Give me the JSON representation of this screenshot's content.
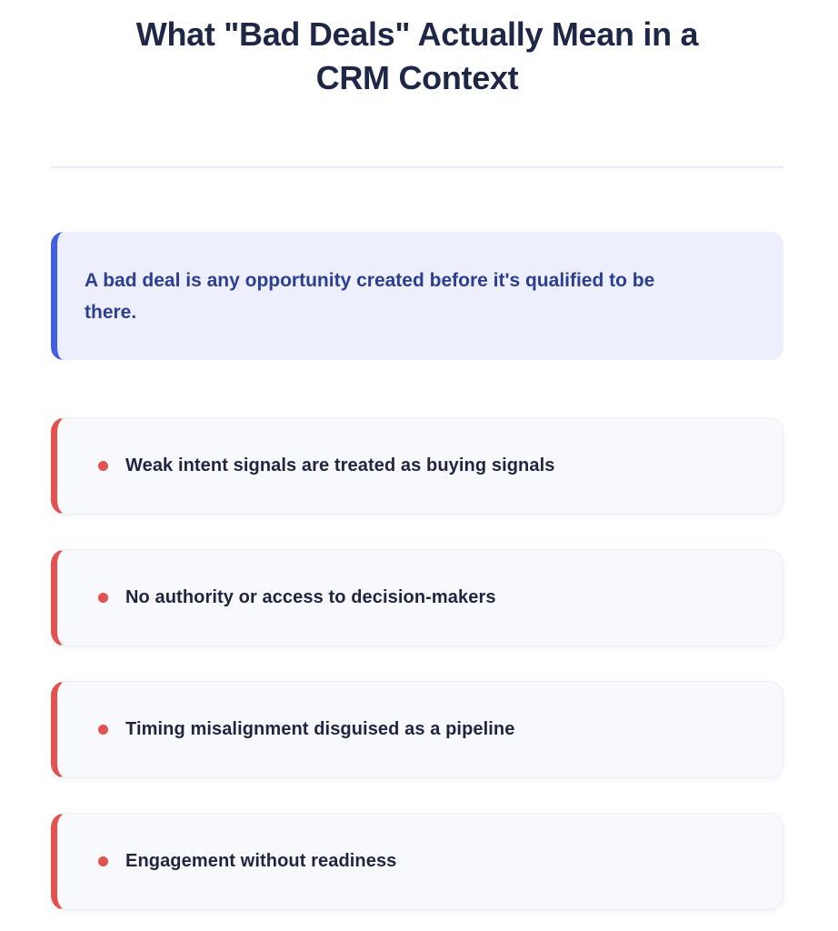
{
  "page": {
    "title": "What \"Bad Deals\" Actually Mean in a CRM Context",
    "title_lines": [
      "What \"Bad Deals\" Actually Mean in a",
      "CRM Context"
    ]
  },
  "callout": {
    "text": "A bad deal is any opportunity created before it's qualified to be there."
  },
  "cards": [
    {
      "text": "Weak intent signals are treated as buying signals"
    },
    {
      "text": "No authority or access to decision-makers"
    },
    {
      "text": "Timing misalignment disguised as a pipeline"
    },
    {
      "text": "Engagement without readiness"
    }
  ],
  "icons": {
    "bullet": "red-dot"
  },
  "colors": {
    "accent_blue": "#4160e0",
    "accent_red": "#e2524e",
    "callout_bg": "#edf0fc",
    "callout_text": "#2c3e92",
    "card_bg": "#f8f9fc",
    "card_border": "#eceef5",
    "heading_text": "#1f2747",
    "body_text": "#1f2540",
    "divider": "#e7e9f1",
    "background": "#ffffff"
  }
}
